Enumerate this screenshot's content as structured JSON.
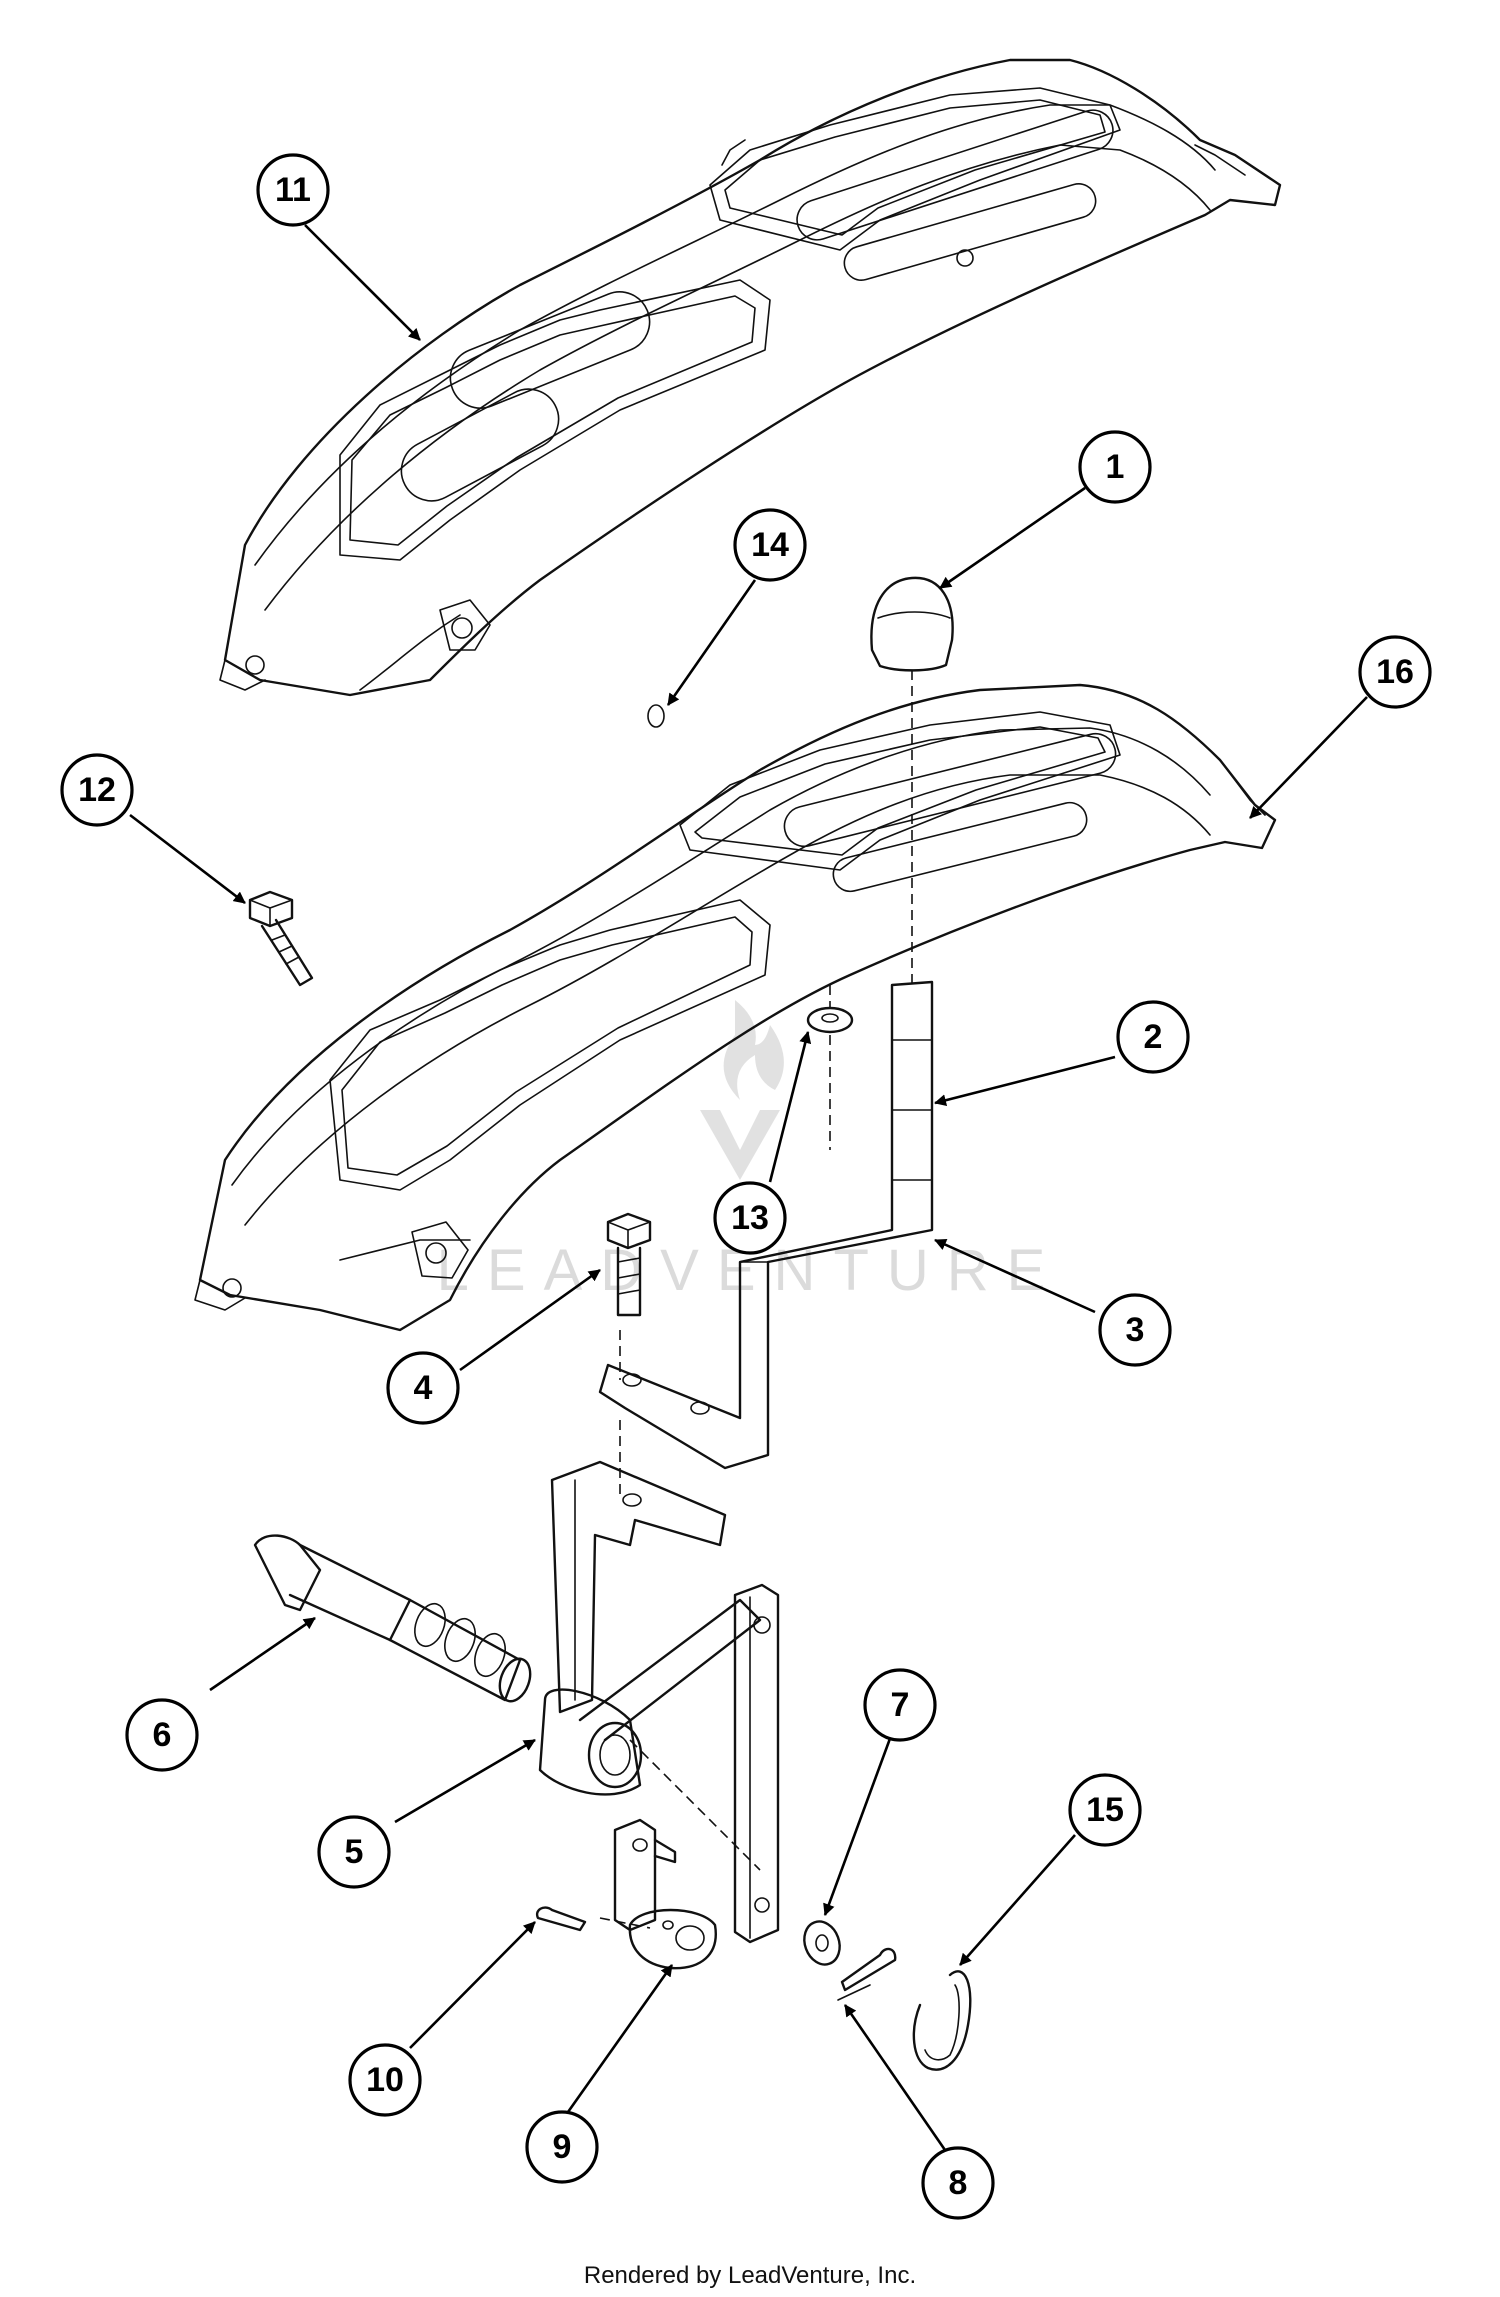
{
  "footer": {
    "credit": "Rendered by LeadVenture, Inc."
  },
  "watermark": {
    "text": "LEADVENTURE"
  },
  "callouts": [
    {
      "id": "c1",
      "label": "1"
    },
    {
      "id": "c2",
      "label": "2"
    },
    {
      "id": "c3",
      "label": "3"
    },
    {
      "id": "c4",
      "label": "4"
    },
    {
      "id": "c5",
      "label": "5"
    },
    {
      "id": "c6",
      "label": "6"
    },
    {
      "id": "c7",
      "label": "7"
    },
    {
      "id": "c8",
      "label": "8"
    },
    {
      "id": "c9",
      "label": "9"
    },
    {
      "id": "c10",
      "label": "10"
    },
    {
      "id": "c11",
      "label": "11"
    },
    {
      "id": "c12",
      "label": "12"
    },
    {
      "id": "c13",
      "label": "13"
    },
    {
      "id": "c14",
      "label": "14"
    },
    {
      "id": "c15",
      "label": "15"
    },
    {
      "id": "c16",
      "label": "16"
    }
  ]
}
